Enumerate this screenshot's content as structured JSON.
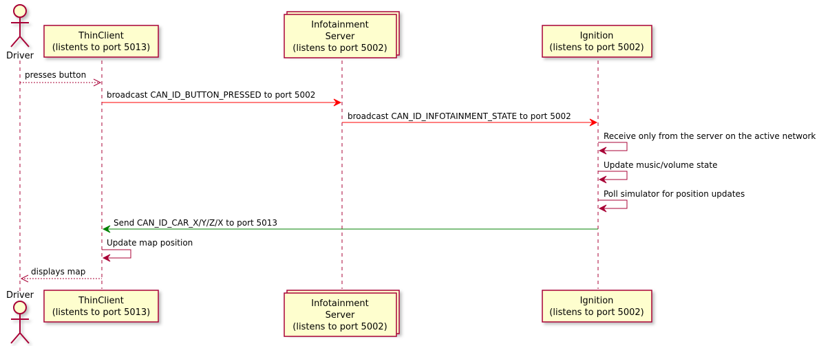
{
  "participants": {
    "driver": {
      "label": "Driver"
    },
    "thinclient": {
      "line1": "ThinClient",
      "line2": "(listents to port 5013)"
    },
    "infotainment": {
      "line1": "Infotainment",
      "line2": "Server",
      "line3": "(listens to port 5002)"
    },
    "ignition": {
      "line1": "Ignition",
      "line2": "(listens to port 5002)"
    }
  },
  "messages": {
    "m1": "presses button",
    "m2": "broadcast CAN_ID_BUTTON_PRESSED to port 5002",
    "m3": "broadcast CAN_ID_INFOTAINMENT_STATE to port 5002",
    "m4": "Receive only from the server on the active network",
    "m5": "Update music/volume state",
    "m6": "Poll simulator for position updates",
    "m7": "Send CAN_ID_CAR_X/Y/Z/X to port 5013",
    "m8": "Update map position",
    "m9": "displays map"
  },
  "colors": {
    "border": "#a80036",
    "box_fill": "#fefece",
    "broadcast_arrow": "#ff0000",
    "send_arrow": "#008000"
  }
}
